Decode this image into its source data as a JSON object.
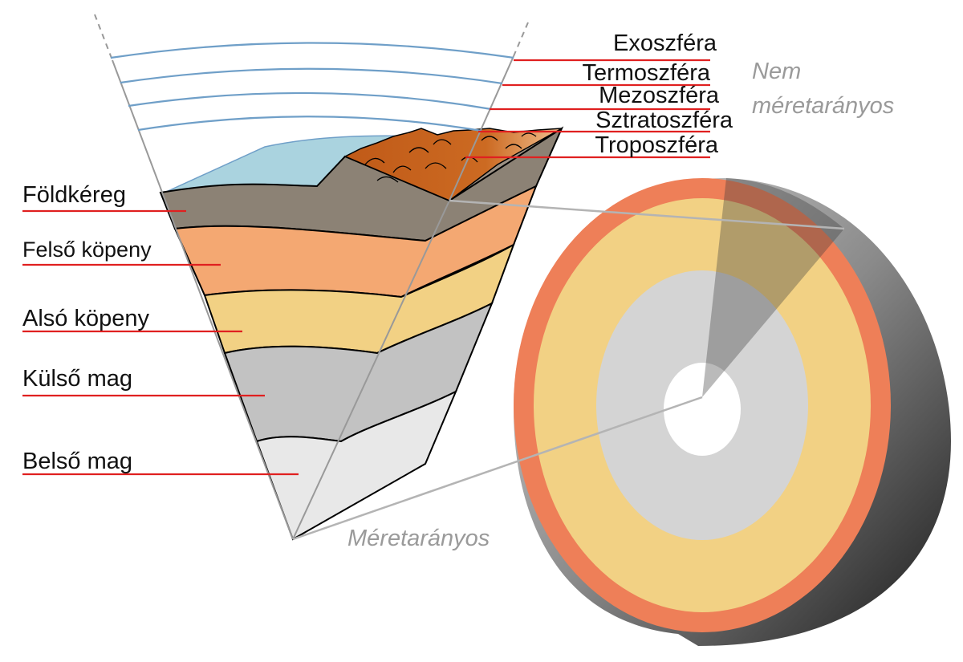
{
  "atmosphere_labels": {
    "exosphere": "Exoszféra",
    "thermosphere": "Termoszféra",
    "mesosphere": "Mezoszféra",
    "stratosphere": "Sztratoszféra",
    "troposphere": "Troposzféra"
  },
  "layer_labels": {
    "crust": "Földkéreg",
    "upper_mantle": "Felső köpeny",
    "lower_mantle": "Alsó köpeny",
    "outer_core": "Külső mag",
    "inner_core": "Belső mag"
  },
  "notes": {
    "not_to_scale_line1": "Nem",
    "not_to_scale_line2": "méretarányos",
    "to_scale": "Méretarányos"
  },
  "colors": {
    "sky": "#aad3df",
    "crust": "#8c8275",
    "upper_mantle": "#f4a872",
    "lower_mantle": "#f2d184",
    "outer_core": "#c2c2c2",
    "inner_core": "#e8e8e8",
    "ring_crust": "#ee7f58",
    "leader_line": "#e02020",
    "atmosphere_line": "#6f9fc8"
  }
}
